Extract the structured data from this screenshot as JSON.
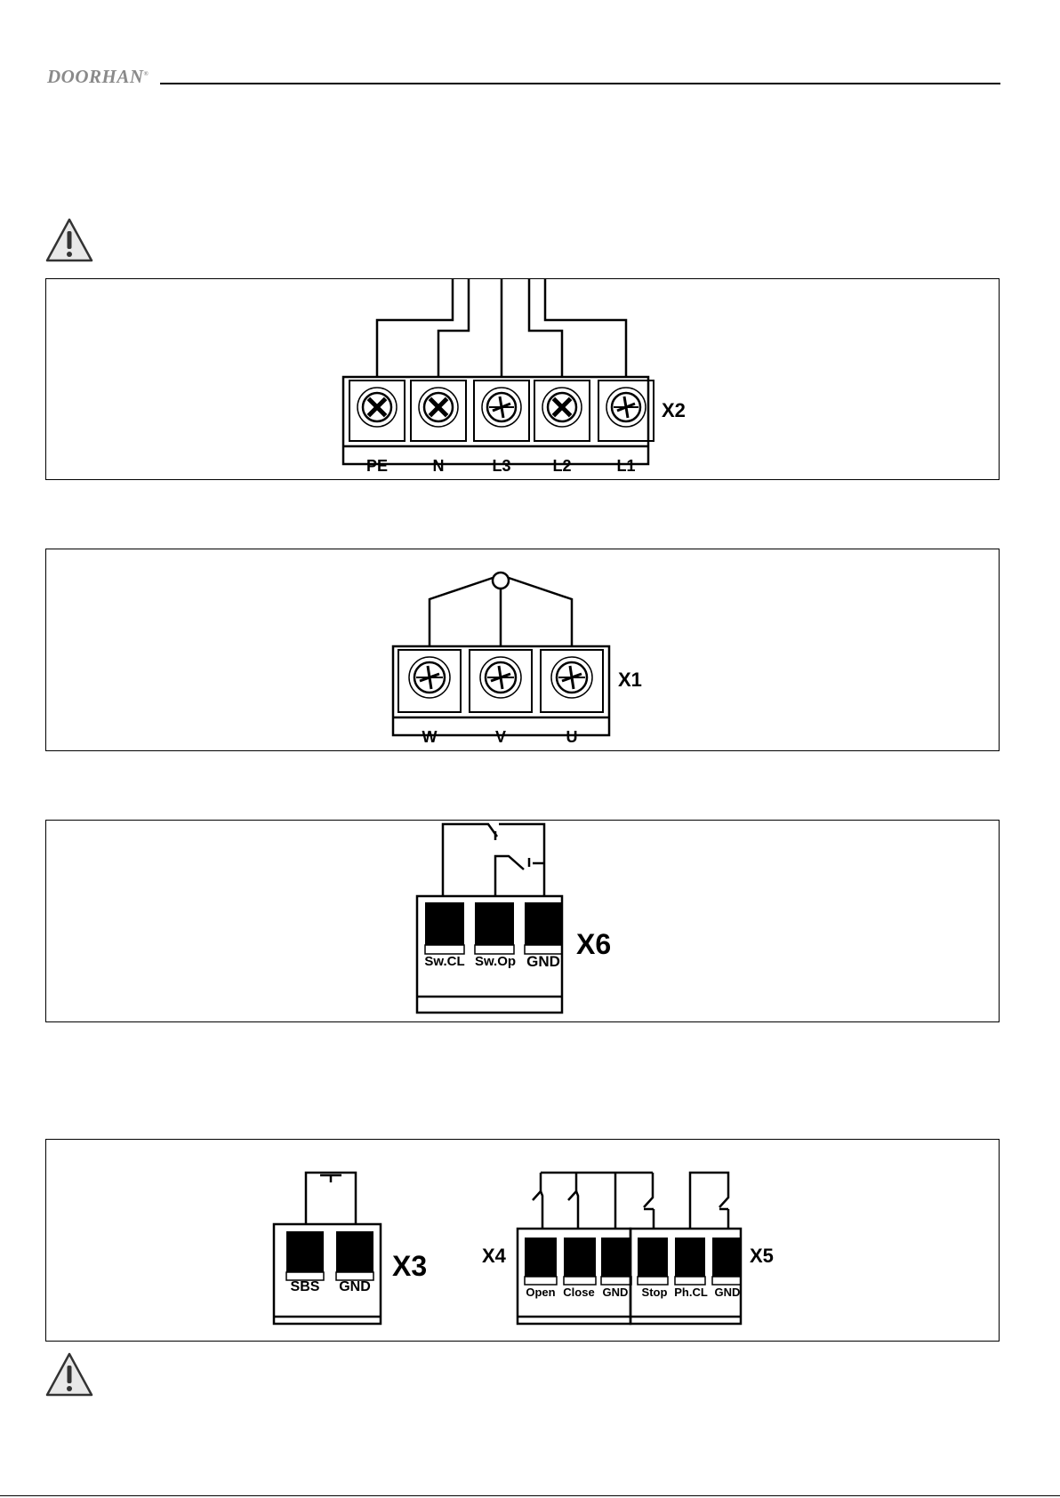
{
  "header": {
    "logo": "DOORHAN"
  },
  "diagram_power": {
    "block_label": "X2",
    "terminals": [
      "PE",
      "N",
      "L3",
      "L2",
      "L1"
    ]
  },
  "diagram_motor": {
    "block_label": "X1",
    "terminals": [
      "W",
      "V",
      "U"
    ]
  },
  "diagram_limit": {
    "block_label": "X6",
    "terminals": [
      "Sw.CL",
      "Sw.Op",
      "GND"
    ]
  },
  "diagram_controls": {
    "x3": {
      "block_label": "X3",
      "terminals": [
        "SBS",
        "GND"
      ]
    },
    "x4": {
      "block_label": "X4",
      "terminals": [
        "Open",
        "Close",
        "GND"
      ]
    },
    "x5": {
      "block_label": "X5",
      "terminals": [
        "Stop",
        "Ph.CL",
        "GND"
      ]
    }
  },
  "colors": {
    "ink": "#000000",
    "logo": "#8a8a8a",
    "warning_fill": "#e8e8e8"
  },
  "icons": {
    "warning": "warning-triangle-icon",
    "screw_terminal": "screw-terminal-icon"
  }
}
